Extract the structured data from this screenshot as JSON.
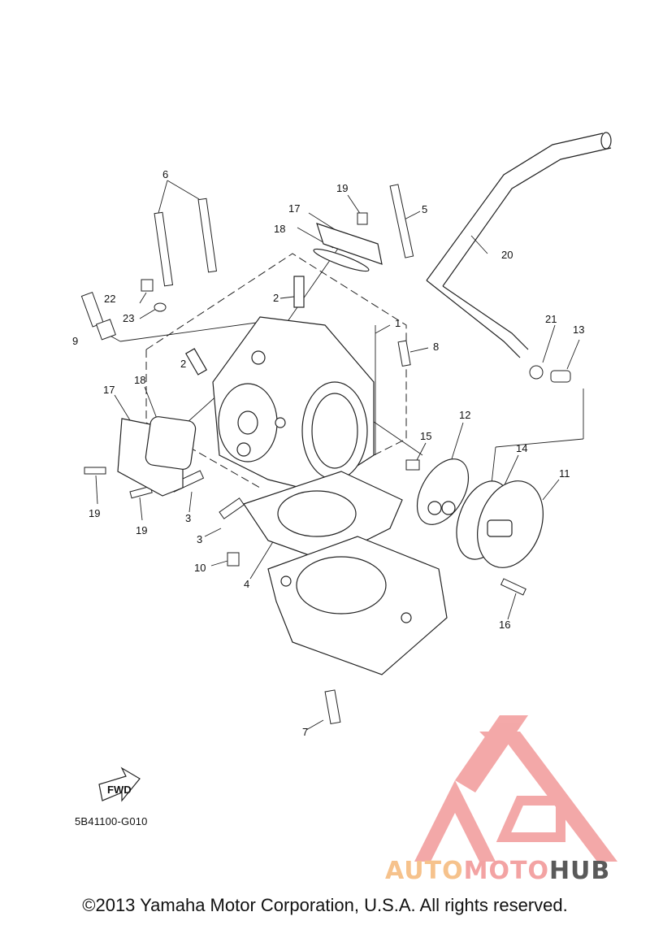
{
  "diagram": {
    "part_code": "5B41100-G010",
    "fwd_label": "FWD",
    "copyright": "©2013 Yamaha Motor Corporation, U.S.A. All rights reserved.",
    "callouts": [
      "1",
      "2",
      "2",
      "3",
      "3",
      "4",
      "5",
      "6",
      "7",
      "8",
      "9",
      "10",
      "11",
      "12",
      "13",
      "14",
      "15",
      "16",
      "17",
      "17",
      "18",
      "18",
      "19",
      "19",
      "19",
      "20",
      "21",
      "22",
      "23"
    ]
  },
  "watermark": {
    "part1": "AUTO",
    "part2": "MOTO",
    "part3": "HUB",
    "colors": {
      "auto": "#f6c28c",
      "moto": "#f3a3a3",
      "hub": "#5a5a5a",
      "logo": "#f29a9a"
    }
  }
}
